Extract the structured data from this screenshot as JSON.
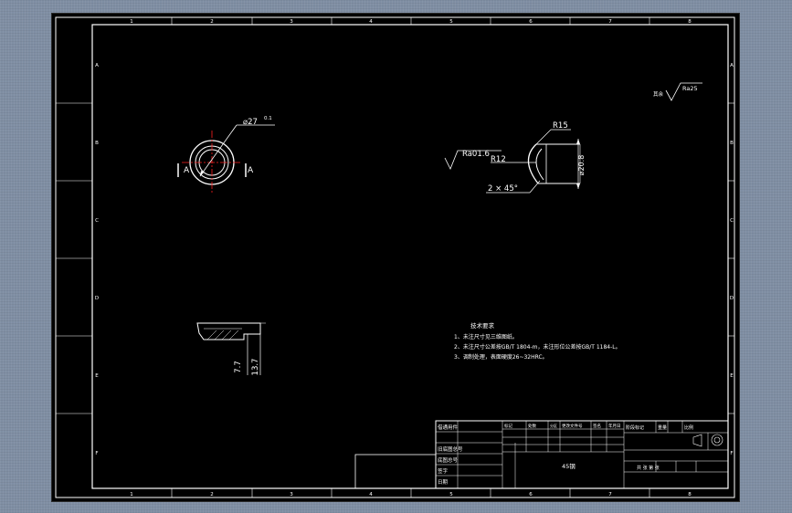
{
  "frame": {
    "zones_horizontal": [
      "1",
      "2",
      "3",
      "4",
      "5",
      "6",
      "7",
      "8"
    ],
    "zones_vertical": [
      "A",
      "B",
      "C",
      "D",
      "E",
      "F"
    ]
  },
  "views": {
    "ring": {
      "diameter_label": "⌀27",
      "tolerance_label": "0.1",
      "section_label": "A"
    },
    "section": {
      "radius_large": "R15",
      "radius_small": "R12",
      "roughness": "Ra01.6",
      "chamfer": "2 × 45°",
      "diameter": "⌀20.8"
    },
    "side": {
      "dim_height_1": "7.7",
      "dim_height_2": "13.7"
    }
  },
  "surface_finish": {
    "prefix": "其余",
    "value": "Ra25"
  },
  "technical_requirements": {
    "title": "技术要求",
    "items": [
      "1、未注尺寸见三维图纸。",
      "2、未注尺寸公差按GB/T 1804-m，未注形位公差按GB/T 1184-L。",
      "3、调制处理，表面硬度26~32HRC。"
    ]
  },
  "title_block": {
    "left_labels": [
      "借通用件",
      "",
      "旧底图总号",
      "底图总号",
      "签字",
      "日期"
    ],
    "top_row": [
      "标记",
      "处数",
      "分区",
      "更改文件号",
      "签名",
      "年月日"
    ],
    "stage": [
      "阶段标记",
      "重量",
      "比例"
    ],
    "material": "45钢",
    "sheet_count": "共 张 第 张"
  },
  "colors": {
    "drawing": "#ffffff",
    "centerline": "#ff2020",
    "background": "#000000"
  }
}
